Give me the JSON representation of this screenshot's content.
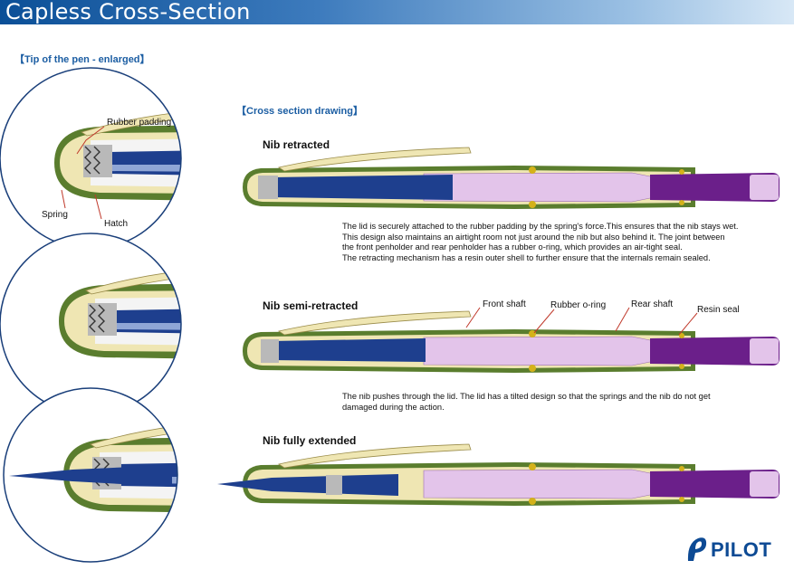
{
  "header": {
    "title": "Capless Cross-Section"
  },
  "tip_section": {
    "title": "【Tip of the pen - enlarged】",
    "labels": {
      "rubber_padding": "Rubber padding",
      "spring": "Spring",
      "hatch": "Hatch"
    }
  },
  "cross_section": {
    "title": "【Cross section drawing】",
    "states": [
      {
        "title": "Nib retracted",
        "text": [
          "The lid is securely attached to the rubber padding by the spring's force.This ensures that the nib stays wet.",
          "This design also maintains an airtight room not just around the nib but also behind it. The joint between",
          "the front penholder and rear penholder has a rubber o-ring, which provides an air-tight seal.",
          "The retracting mechanism has a resin outer shell to further ensure that the internals remain sealed."
        ]
      },
      {
        "title": "Nib semi-retracted",
        "callouts": {
          "front_shaft": "Front shaft",
          "rubber_oring": "Rubber o-ring",
          "rear_shaft": "Rear shaft",
          "resin_seal": "Resin seal"
        },
        "text": [
          "The nib pushes through the lid. The lid has a tilted design so that the springs and the nib do not get",
          "damaged during the action."
        ]
      },
      {
        "title": "Nib fully extended"
      }
    ]
  },
  "brand": {
    "name": "PILOT",
    "color": "#0d4a94"
  },
  "colors": {
    "shell_green": "#5a7d2e",
    "cream": "#efe6b3",
    "blue": "#1e3f8e",
    "purple": "#6b1f8a",
    "lilac": "#e3c4ea",
    "gold": "#d4b21a",
    "callout_red": "#c0392b"
  }
}
